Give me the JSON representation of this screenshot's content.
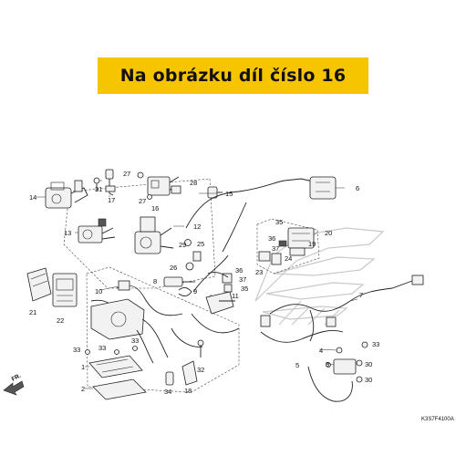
{
  "banner": {
    "text": "Na obrázku díl číslo 16",
    "background": "#f7c400"
  },
  "diagram_code": "K3S7F4100A",
  "direction_label": "FR.",
  "callouts": [
    {
      "n": "1"
    },
    {
      "n": "2"
    },
    {
      "n": "3"
    },
    {
      "n": "4"
    },
    {
      "n": "5"
    },
    {
      "n": "6"
    },
    {
      "n": "7"
    },
    {
      "n": "8"
    },
    {
      "n": "9"
    },
    {
      "n": "10"
    },
    {
      "n": "11"
    },
    {
      "n": "12"
    },
    {
      "n": "13"
    },
    {
      "n": "14"
    },
    {
      "n": "15"
    },
    {
      "n": "16"
    },
    {
      "n": "17"
    },
    {
      "n": "18"
    },
    {
      "n": "19"
    },
    {
      "n": "20"
    },
    {
      "n": "21"
    },
    {
      "n": "22"
    },
    {
      "n": "23"
    },
    {
      "n": "24"
    },
    {
      "n": "25"
    },
    {
      "n": "26"
    },
    {
      "n": "27"
    },
    {
      "n": "27"
    },
    {
      "n": "28"
    },
    {
      "n": "29"
    },
    {
      "n": "30"
    },
    {
      "n": "30"
    },
    {
      "n": "31"
    },
    {
      "n": "32"
    },
    {
      "n": "33"
    },
    {
      "n": "33"
    },
    {
      "n": "33"
    },
    {
      "n": "33"
    },
    {
      "n": "34"
    },
    {
      "n": "35"
    },
    {
      "n": "35"
    },
    {
      "n": "36"
    },
    {
      "n": "36"
    },
    {
      "n": "37"
    },
    {
      "n": "37"
    }
  ]
}
